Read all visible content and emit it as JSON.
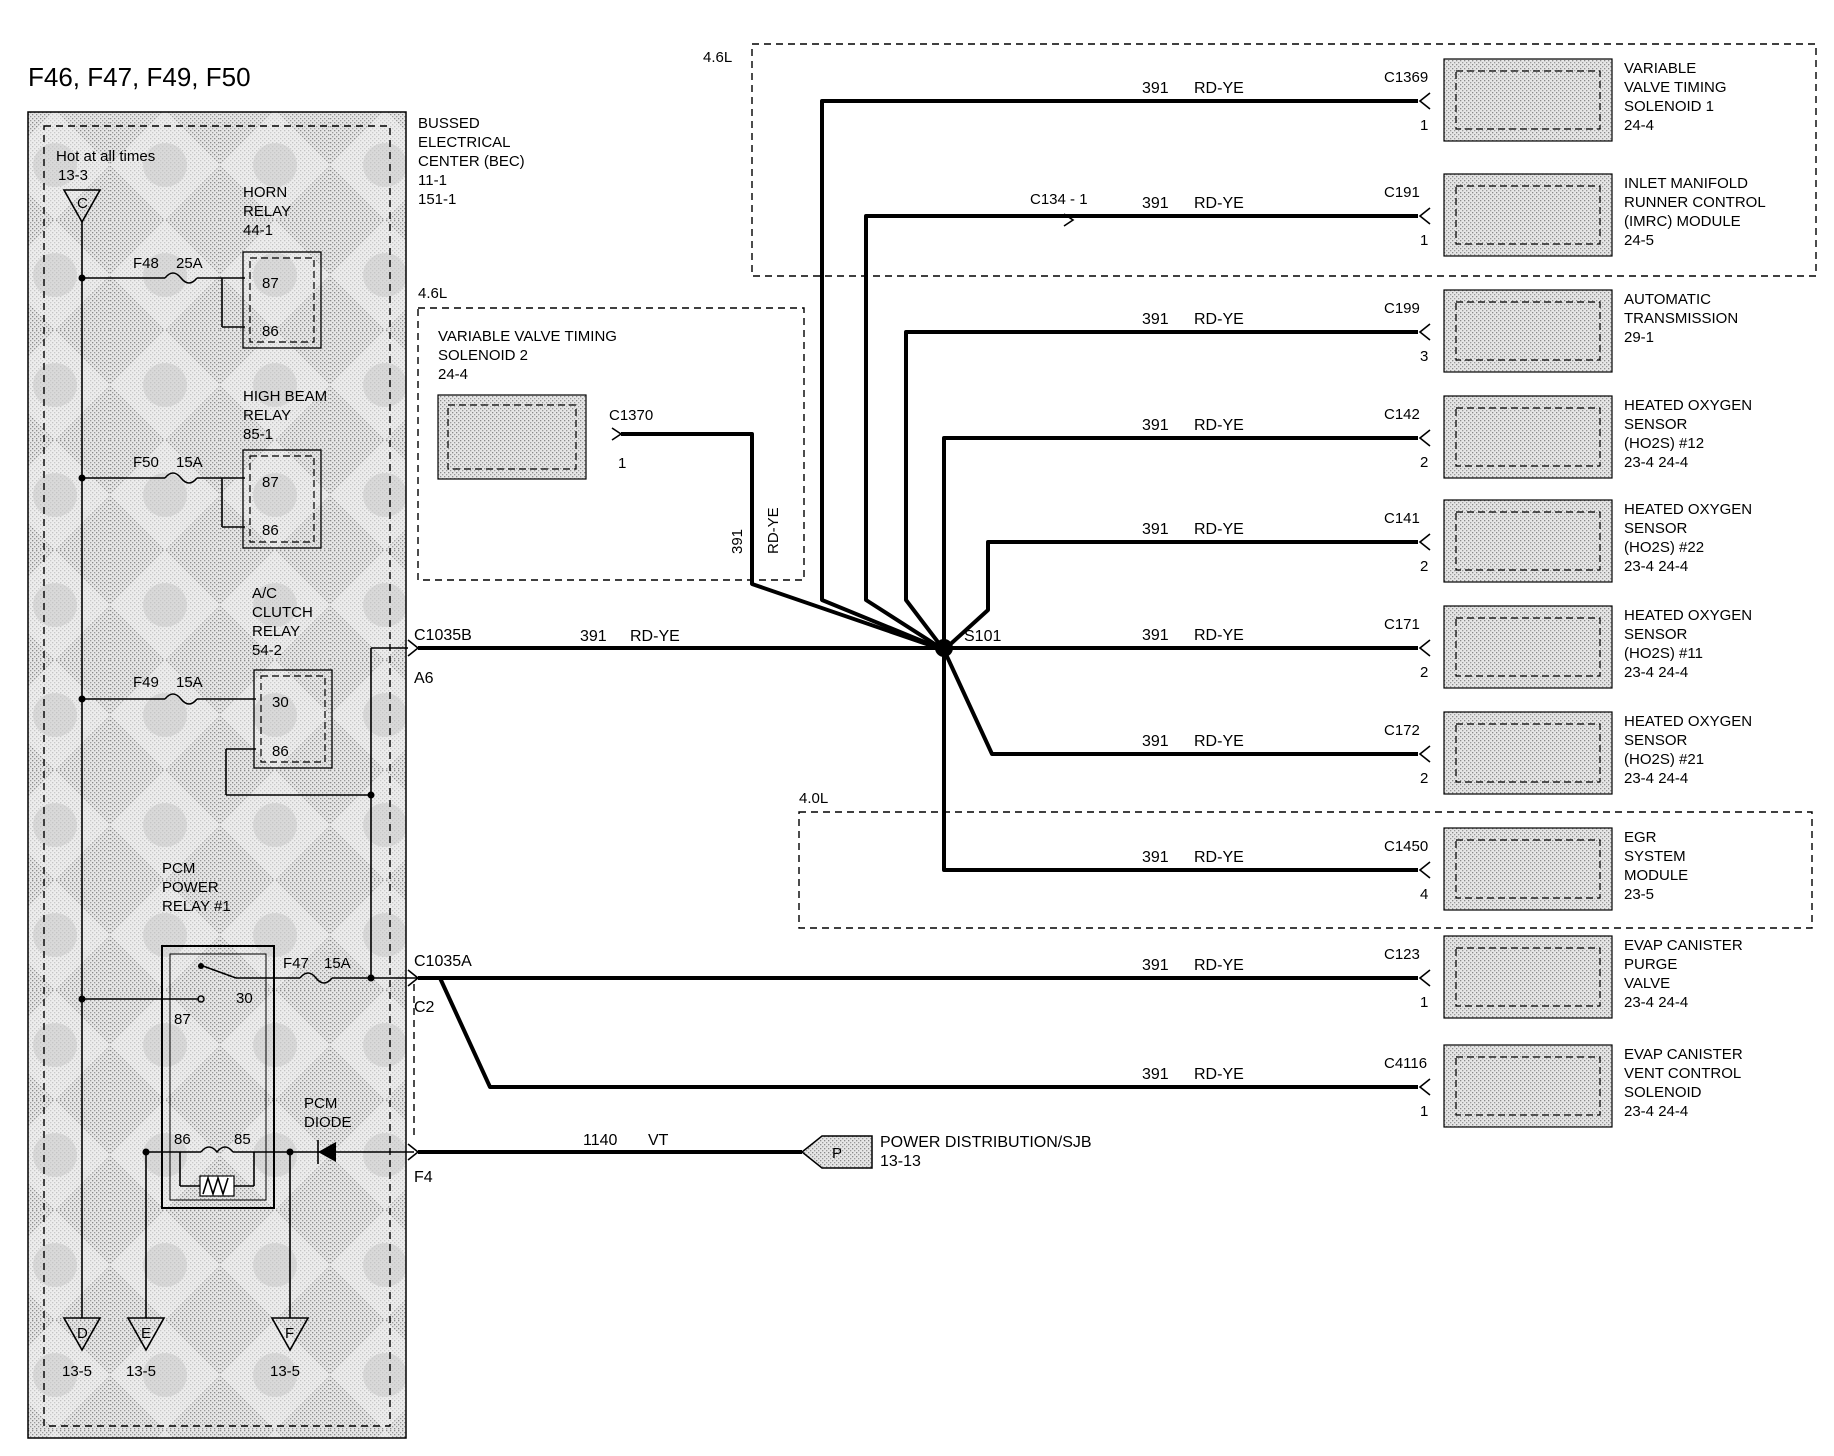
{
  "title": "F46, F47, F49, F50",
  "bec": {
    "name": "BUSSED ELECTRICAL CENTER (BEC)",
    "refs": [
      "11-1",
      "151-1"
    ],
    "hot_label": "Hot at all times",
    "hot_ref": "13-3",
    "hot_pin": "C",
    "lines": [
      "BUSSED",
      "ELECTRICAL",
      "CENTER (BEC)",
      "11-1",
      "151-1"
    ]
  },
  "relays": [
    {
      "lines": [
        "HORN",
        "RELAY",
        "44-1"
      ],
      "fuse": "F48",
      "rating": "25A",
      "pins": [
        "87",
        "86"
      ]
    },
    {
      "lines": [
        "HIGH  BEAM",
        "RELAY",
        "85-1"
      ],
      "fuse": "F50",
      "rating": "15A",
      "pins": [
        "87",
        "86"
      ]
    },
    {
      "lines": [
        "A/C",
        "CLUTCH",
        "RELAY",
        "54-2"
      ],
      "fuse": "F49",
      "rating": "15A",
      "pins": [
        "30",
        "86"
      ]
    }
  ],
  "pcm_relay": {
    "lines": [
      "PCM",
      "POWER",
      "RELAY #1"
    ],
    "fuse": "F47",
    "rating": "15A",
    "pins": [
      "30",
      "87",
      "86",
      "85"
    ]
  },
  "pcm_diode": {
    "lines": [
      "PCM",
      "DIODE"
    ]
  },
  "grounds": [
    {
      "pin": "D",
      "ref": "13-5"
    },
    {
      "pin": "E",
      "ref": "13-5"
    },
    {
      "pin": "F",
      "ref": "13-5"
    }
  ],
  "connectors": {
    "c1035b": {
      "name": "C1035B",
      "pin": "A6"
    },
    "c1035a": {
      "name": "C1035A",
      "pin": "C2"
    },
    "f4": "F4"
  },
  "splice": "S101",
  "circuit": {
    "number": "391",
    "color": "RD-YE"
  },
  "power_feed": {
    "circuit": "1140",
    "color": "VT",
    "pin": "P",
    "dest": "POWER DISTRIBUTION/SJB",
    "ref": "13-13"
  },
  "vvt2": {
    "variant": "4.6L",
    "lines": [
      "VARIABLE   VALVE TIMING",
      "SOLENOID 2",
      "24-4"
    ],
    "connector": "C1370",
    "pin": "1"
  },
  "c134": "C134  -  1",
  "variants": {
    "top": "4.6L",
    "egr": "4.0L"
  },
  "components": [
    {
      "connector": "C1369",
      "pin": "1",
      "lines": [
        "VARIABLE",
        "VALVE TIMING",
        "SOLENOID 1",
        "24-4"
      ]
    },
    {
      "connector": "C191",
      "pin": "1",
      "lines": [
        "INLET MANIFOLD",
        "RUNNER CONTROL",
        "(IMRC) MODULE",
        "24-5"
      ]
    },
    {
      "connector": "C199",
      "pin": "3",
      "lines": [
        "AUTOMATIC",
        "TRANSMISSION",
        "29-1"
      ]
    },
    {
      "connector": "C142",
      "pin": "2",
      "lines": [
        "HEATED OXYGEN",
        "SENSOR",
        "(HO2S) #12",
        "23-4      24-4"
      ]
    },
    {
      "connector": "C141",
      "pin": "2",
      "lines": [
        "HEATED OXYGEN",
        "SENSOR",
        "(HO2S) #22",
        "23-4      24-4"
      ]
    },
    {
      "connector": "C171",
      "pin": "2",
      "lines": [
        "HEATED OXYGEN",
        "SENSOR",
        "(HO2S) #11",
        "23-4      24-4"
      ]
    },
    {
      "connector": "C172",
      "pin": "2",
      "lines": [
        "HEATED OXYGEN",
        "SENSOR",
        "(HO2S) #21",
        "23-4      24-4"
      ]
    },
    {
      "connector": "C1450",
      "pin": "4",
      "lines": [
        "EGR",
        "SYSTEM",
        "MODULE",
        "23-5"
      ]
    },
    {
      "connector": "C123",
      "pin": "1",
      "lines": [
        "EVAP CANISTER",
        "PURGE",
        "VALVE",
        "23-4      24-4"
      ]
    },
    {
      "connector": "C4116",
      "pin": "1",
      "lines": [
        "EVAP CANISTER",
        "VENT CONTROL",
        "SOLENOID",
        "23-4      24-4"
      ]
    }
  ]
}
